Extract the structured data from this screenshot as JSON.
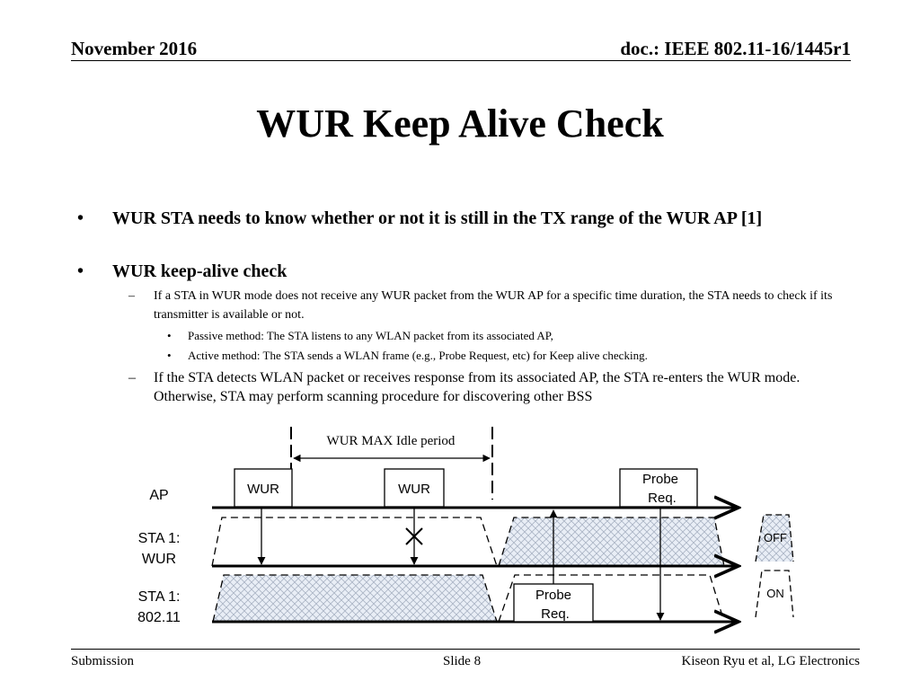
{
  "header": {
    "date": "November 2016",
    "doc": "doc.: IEEE 802.11-16/1445r1"
  },
  "title": "WUR Keep Alive Check",
  "bullets": {
    "b1": {
      "marker": "•",
      "text": "WUR STA needs to know whether or not it is still in the TX range of the WUR AP [1]"
    },
    "b2": {
      "marker": "•",
      "text": "WUR keep-alive check"
    },
    "b2_1": {
      "marker": "–",
      "text": "If a STA in WUR mode does not receive any WUR packet from the WUR AP for a specific time duration, the STA needs to check if its transmitter is available or not."
    },
    "b2_1_1": {
      "marker": "•",
      "text": "Passive method: The STA listens to any WLAN packet from its associated AP,"
    },
    "b2_1_2": {
      "marker": "•",
      "text": "Active method: The STA sends a WLAN frame (e.g., Probe Request, etc) for Keep alive checking."
    },
    "b2_2": {
      "marker": "–",
      "text": "If the STA detects WLAN packet or receives response from its associated AP, the STA re-enters the WUR mode. Otherwise, STA may perform scanning procedure for discovering other BSS"
    }
  },
  "diagram": {
    "period_label": "WUR MAX Idle period",
    "rows": {
      "ap": "AP",
      "sta_wur_1": "STA 1:",
      "sta_wur_2": "WUR",
      "sta_wlan_1": "STA 1:",
      "sta_wlan_2": "802.11"
    },
    "frames": {
      "wur_1": "WUR",
      "wur_2": "WUR",
      "probe_ap_1": "Probe",
      "probe_ap_2": "Req.",
      "probe_sta_1": "Probe",
      "probe_sta_2": "Req."
    },
    "legend": {
      "off": "OFF",
      "on": "ON"
    }
  },
  "footer": {
    "left": "Submission",
    "center": "Slide 8",
    "right": "Kiseon Ryu et al, LG Electronics"
  }
}
